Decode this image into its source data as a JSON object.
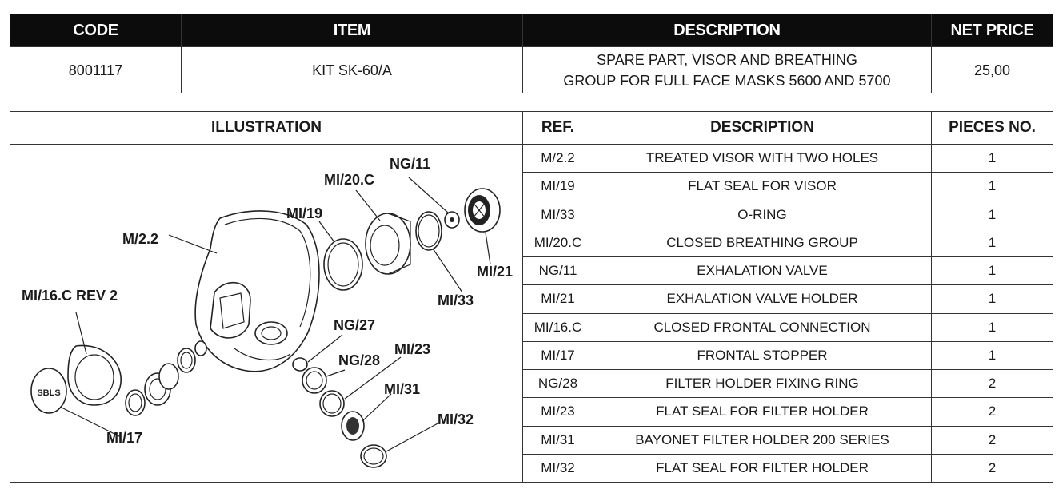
{
  "product": {
    "headers": {
      "code": "CODE",
      "item": "ITEM",
      "description": "DESCRIPTION",
      "price": "NET PRICE"
    },
    "row": {
      "code": "8001117",
      "item": "KIT SK-60/A",
      "description_line1": "SPARE PART, VISOR AND BREATHING",
      "description_line2": "GROUP FOR FULL FACE MASKS 5600 AND 5700",
      "price": "25,00"
    }
  },
  "parts": {
    "headers": {
      "illustration": "ILLUSTRATION",
      "ref": "REF.",
      "description": "DESCRIPTION",
      "pieces": "PIECES NO."
    },
    "rows": [
      {
        "ref": "M/2.2",
        "description": "TREATED VISOR WITH TWO HOLES",
        "pieces": "1"
      },
      {
        "ref": "MI/19",
        "description": "FLAT SEAL FOR VISOR",
        "pieces": "1"
      },
      {
        "ref": "MI/33",
        "description": "O-RING",
        "pieces": "1"
      },
      {
        "ref": "MI/20.C",
        "description": "CLOSED BREATHING GROUP",
        "pieces": "1"
      },
      {
        "ref": "NG/11",
        "description": "EXHALATION VALVE",
        "pieces": "1"
      },
      {
        "ref": "MI/21",
        "description": "EXHALATION VALVE HOLDER",
        "pieces": "1"
      },
      {
        "ref": "MI/16.C",
        "description": "CLOSED FRONTAL CONNECTION",
        "pieces": "1"
      },
      {
        "ref": "MI/17",
        "description": "FRONTAL STOPPER",
        "pieces": "1"
      },
      {
        "ref": "NG/28",
        "description": "FILTER HOLDER FIXING RING",
        "pieces": "2"
      },
      {
        "ref": "MI/23",
        "description": "FLAT SEAL FOR FILTER HOLDER",
        "pieces": "2"
      },
      {
        "ref": "MI/31",
        "description": "BAYONET FILTER HOLDER 200 SERIES",
        "pieces": "2"
      },
      {
        "ref": "MI/32",
        "description": "FLAT SEAL FOR FILTER HOLDER",
        "pieces": "2"
      }
    ]
  },
  "illustration": {
    "callouts": {
      "m22": "M/2.2",
      "mi19": "MI/19",
      "mi20c": "MI/20.C",
      "ng11": "NG/11",
      "mi21": "MI/21",
      "mi33": "MI/33",
      "mi16c": "MI/16.C REV 2",
      "ng27": "NG/27",
      "ng28": "NG/28",
      "mi23": "MI/23",
      "mi31": "MI/31",
      "mi32": "MI/32",
      "mi17": "MI/17"
    },
    "stopper_logo": "SBLS"
  }
}
